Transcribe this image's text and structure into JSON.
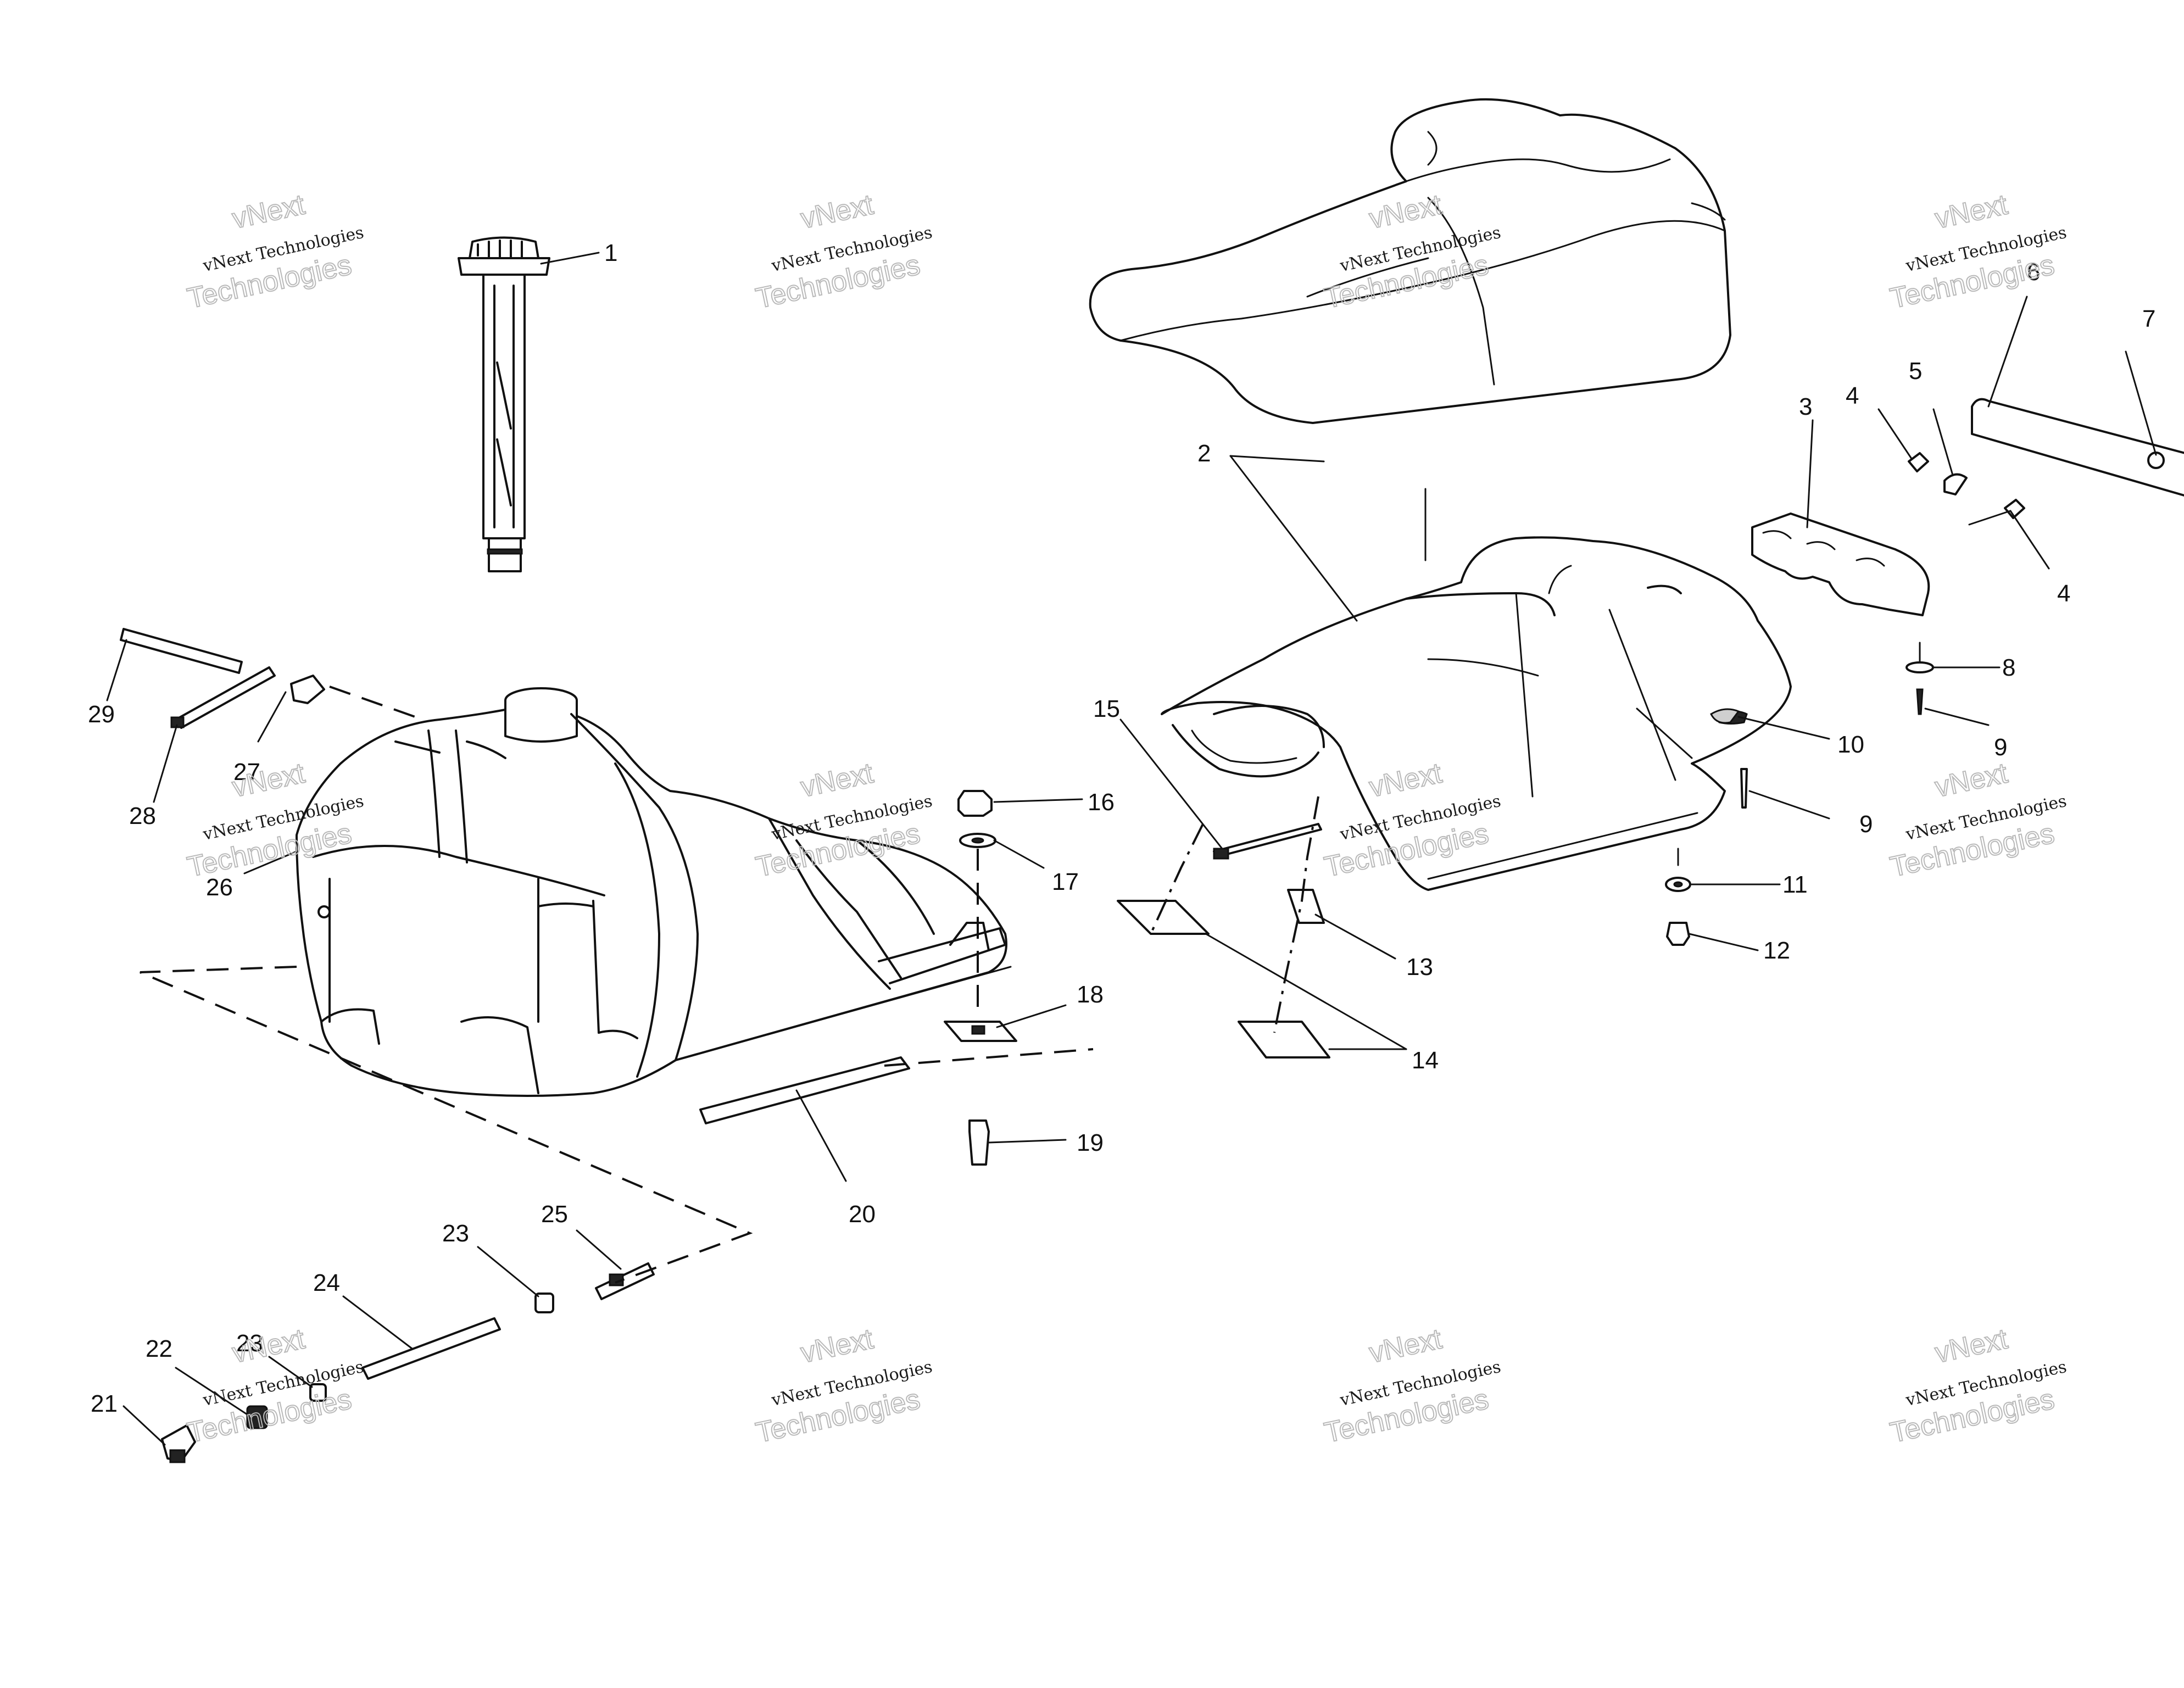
{
  "watermark": {
    "line1": "vNext Technologies",
    "line2": "Technologies",
    "corner": "vNext"
  },
  "callouts": [
    "1",
    "2",
    "3",
    "4",
    "4",
    "5",
    "6",
    "7",
    "8",
    "9",
    "9",
    "10",
    "11",
    "12",
    "13",
    "14",
    "15",
    "16",
    "17",
    "18",
    "19",
    "20",
    "21",
    "22",
    "23",
    "23",
    "24",
    "25",
    "26",
    "27",
    "28",
    "29"
  ]
}
